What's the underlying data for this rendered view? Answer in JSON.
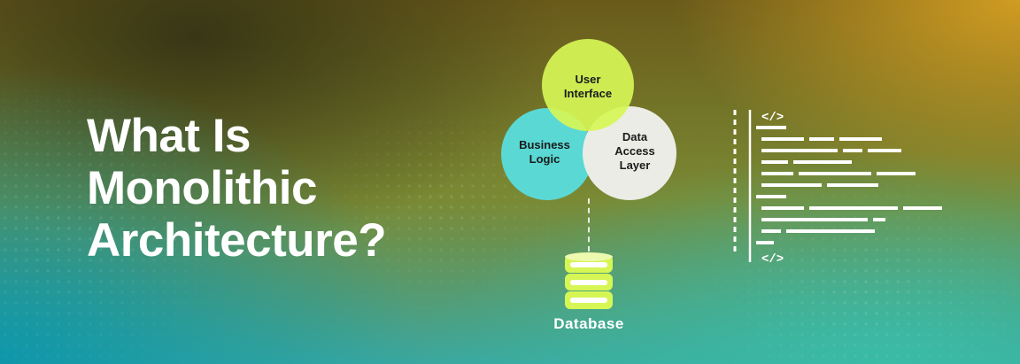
{
  "title": {
    "lines": [
      "What Is",
      "Monolithic",
      "Architecture?"
    ]
  },
  "diagram": {
    "circles": {
      "user_interface": "User\nInterface",
      "business_logic": "Business\nLogic",
      "data_access_layer": "Data\nAccess\nLayer"
    },
    "database_label": "Database"
  },
  "code_illustration": {
    "top_tag": "</>",
    "bottom_tag": "</>"
  },
  "colors": {
    "user_interface": "#d6f656",
    "business_logic": "#5ad8d4",
    "data_access_layer": "#ecece6",
    "database_accent": "#d6f656"
  }
}
